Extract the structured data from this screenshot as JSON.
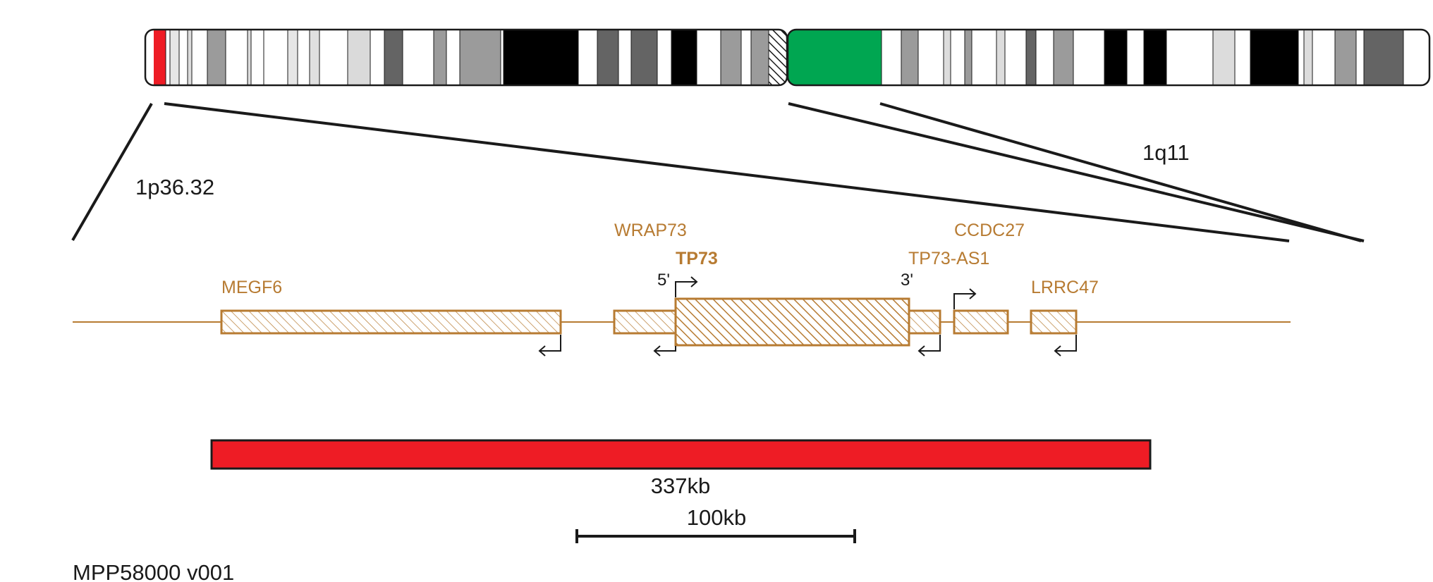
{
  "colors": {
    "gene": "#b77b32",
    "highlight_band": "#ee1c25",
    "centromere_q_block": "#00a651",
    "region_bar": "#ee1c25",
    "outline": "#1a1a1a"
  },
  "chromosome": {
    "p_region_label": "1p36.32",
    "q_region_label": "1q11"
  },
  "genes": {
    "megf6": "MEGF6",
    "wrap73": "WRAP73",
    "tp73": "TP73",
    "tp73_as1": "TP73-AS1",
    "ccdc27": "CCDC27",
    "lrrc47": "LRRC47"
  },
  "ends": {
    "five_prime": "5'",
    "three_prime": "3'"
  },
  "region": {
    "size_label": "337kb"
  },
  "scale": {
    "label": "100kb"
  },
  "footer": {
    "id": "MPP58000 v001"
  }
}
